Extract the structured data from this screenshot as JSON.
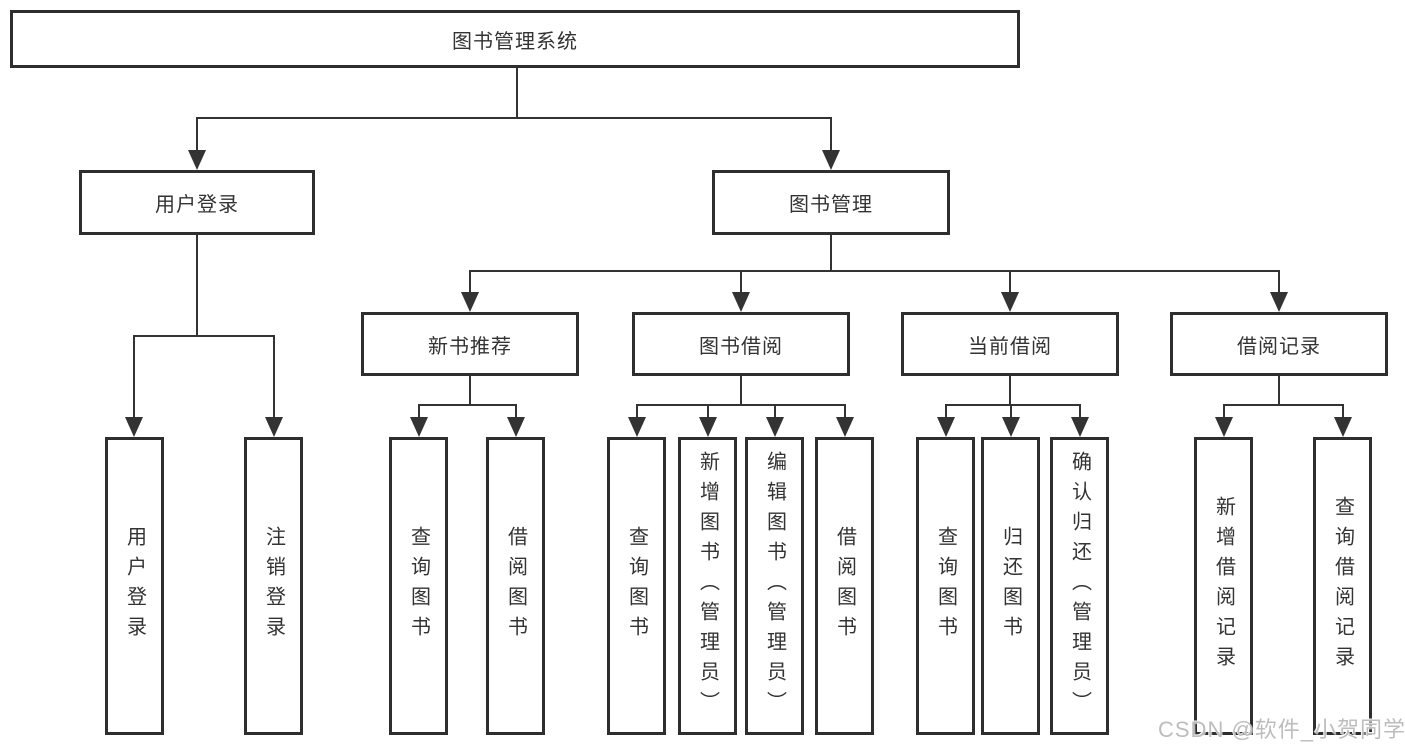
{
  "diagram": {
    "root": {
      "label": "图书管理系统"
    },
    "level2": [
      {
        "label": "用户登录"
      },
      {
        "label": "图书管理"
      }
    ],
    "level3": [
      {
        "label": "新书推荐"
      },
      {
        "label": "图书借阅"
      },
      {
        "label": "当前借阅"
      },
      {
        "label": "借阅记录"
      }
    ],
    "leaves": [
      {
        "group": "用户登录",
        "label": "用户登录"
      },
      {
        "group": "用户登录",
        "label": "注销登录"
      },
      {
        "group": "新书推荐",
        "label": "查询图书"
      },
      {
        "group": "新书推荐",
        "label": "借阅图书"
      },
      {
        "group": "图书借阅",
        "label": "查询图书"
      },
      {
        "group": "图书借阅",
        "label": "新增图书（管理员）"
      },
      {
        "group": "图书借阅",
        "label": "编辑图书（管理员）"
      },
      {
        "group": "图书借阅",
        "label": "借阅图书"
      },
      {
        "group": "当前借阅",
        "label": "查询图书"
      },
      {
        "group": "当前借阅",
        "label": "归还图书"
      },
      {
        "group": "当前借阅",
        "label": "确认归还（管理员）"
      },
      {
        "group": "借阅记录",
        "label": "新增借阅记录"
      },
      {
        "group": "借阅记录",
        "label": "查询借阅记录"
      }
    ]
  },
  "watermark": {
    "text": "CSDN @软件_小贺同学"
  },
  "colors": {
    "line": "#333333",
    "box_border": "#2e2e2e",
    "box_fill": "#ffffff",
    "text": "#333333",
    "watermark": "#bdbdbd",
    "background": "#ffffff"
  }
}
